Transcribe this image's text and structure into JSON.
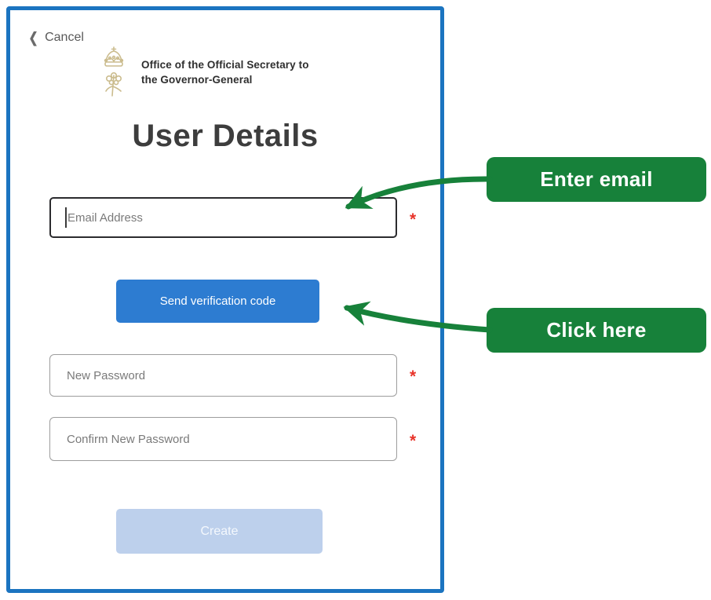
{
  "header": {
    "cancel_label": "Cancel",
    "back_chevron": "❮",
    "org_line1": "Office of the Official Secretary to",
    "org_line2": "the Governor-General",
    "title": "User Details"
  },
  "form": {
    "email": {
      "placeholder": "Email Address",
      "value": "",
      "required_marker": "*"
    },
    "send_code_button": "Send verification code",
    "new_password": {
      "placeholder": "New Password",
      "value": "",
      "required_marker": "*"
    },
    "confirm_password": {
      "placeholder": "Confirm New Password",
      "value": "",
      "required_marker": "*"
    },
    "create_button": "Create",
    "create_button_state": "disabled"
  },
  "annotations": {
    "enter_email": "Enter email",
    "click_here": "Click here"
  },
  "colors": {
    "panel_border_blue": "#1b74c0",
    "primary_button_blue": "#2d7cd1",
    "disabled_button_blue": "#bdd0ec",
    "annotation_green": "#17813a",
    "required_red": "#e8342a",
    "logo_gold": "#cbbc8e"
  }
}
